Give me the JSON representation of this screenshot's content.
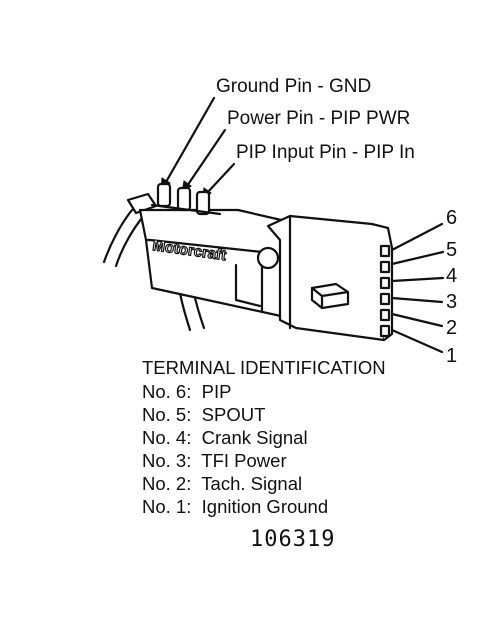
{
  "callouts": {
    "ground_pin": "Ground Pin - GND",
    "power_pin": "Power Pin - PIP PWR",
    "pip_input_pin": "PIP Input Pin - PIP In"
  },
  "terminal_numbers": [
    "6",
    "5",
    "4",
    "3",
    "2",
    "1"
  ],
  "module_label": "Motorcraft",
  "identification": {
    "heading": "TERMINAL IDENTIFICATION",
    "rows": [
      "No. 6:  PIP",
      "No. 5:  SPOUT",
      "No. 4:  Crank Signal",
      "No. 3:  TFI Power",
      "No. 2:  Tach. Signal",
      "No. 1:  Ignition Ground"
    ]
  },
  "figure_code": "106319"
}
